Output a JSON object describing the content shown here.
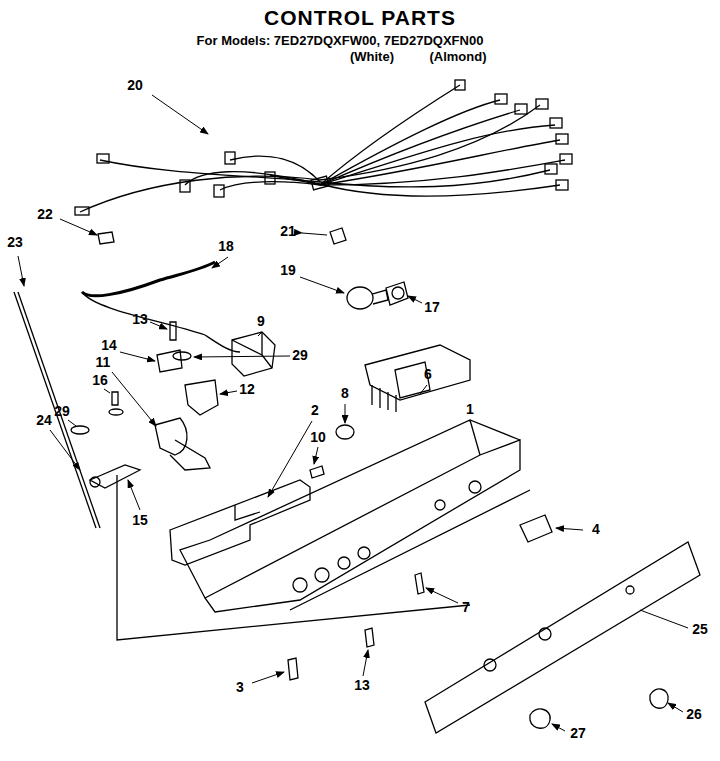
{
  "diagram": {
    "title": "CONTROL PARTS",
    "labels": [
      "For Models: 7ED27DQXFW00, 7ED27DQXFN00",
      "(White)",
      "(Almond)",
      "20",
      "22",
      "23",
      "18",
      "21",
      "19",
      "17",
      "9",
      "13",
      "14",
      "29",
      "11",
      "12",
      "2",
      "16",
      "29",
      "24",
      "8",
      "6",
      "1",
      "10",
      "15",
      "4",
      "7",
      "25",
      "3",
      "13",
      "26",
      "27"
    ]
  }
}
